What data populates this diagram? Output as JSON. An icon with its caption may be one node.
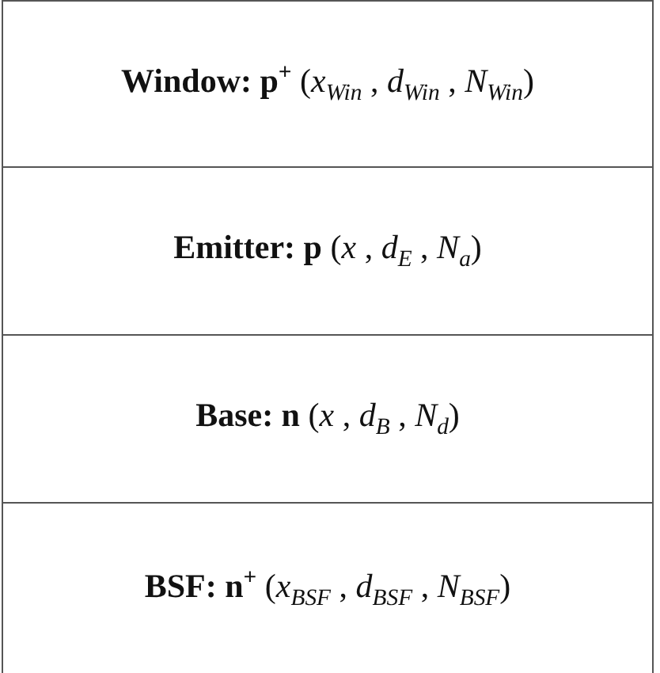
{
  "diagram": {
    "nodes": [
      {
        "text": [
          "**Window: p**$^{+}$ (*x*$_{Win}$ , *d*$_{Win}$ , *N*$_{Win}$)"
        ]
      },
      {
        "text": [
          "**Emitter: p** (*x* , *d*$_{E}$ , *N*$_{a}$)"
        ]
      },
      {
        "text": [
          "**Base: n** (*x* , *d*$_{B}$ , *N*$_{d}$)"
        ]
      },
      {
        "text": [
          "**BSF: n**$^{+}$ (*x*$_{BSF}$ , *d*$_{BSF}$ , *N*$_{BSF}$)"
        ]
      }
    ]
  }
}
